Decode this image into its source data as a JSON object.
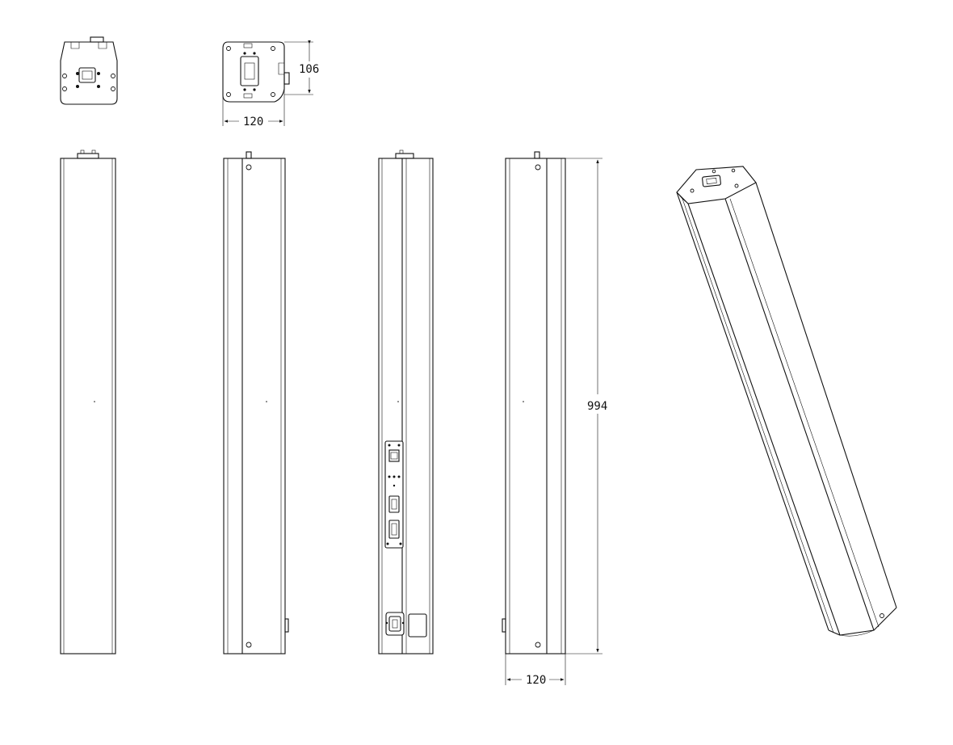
{
  "dimensions": {
    "top_width": "120",
    "top_depth": "106",
    "height": "994",
    "side_width": "120"
  }
}
